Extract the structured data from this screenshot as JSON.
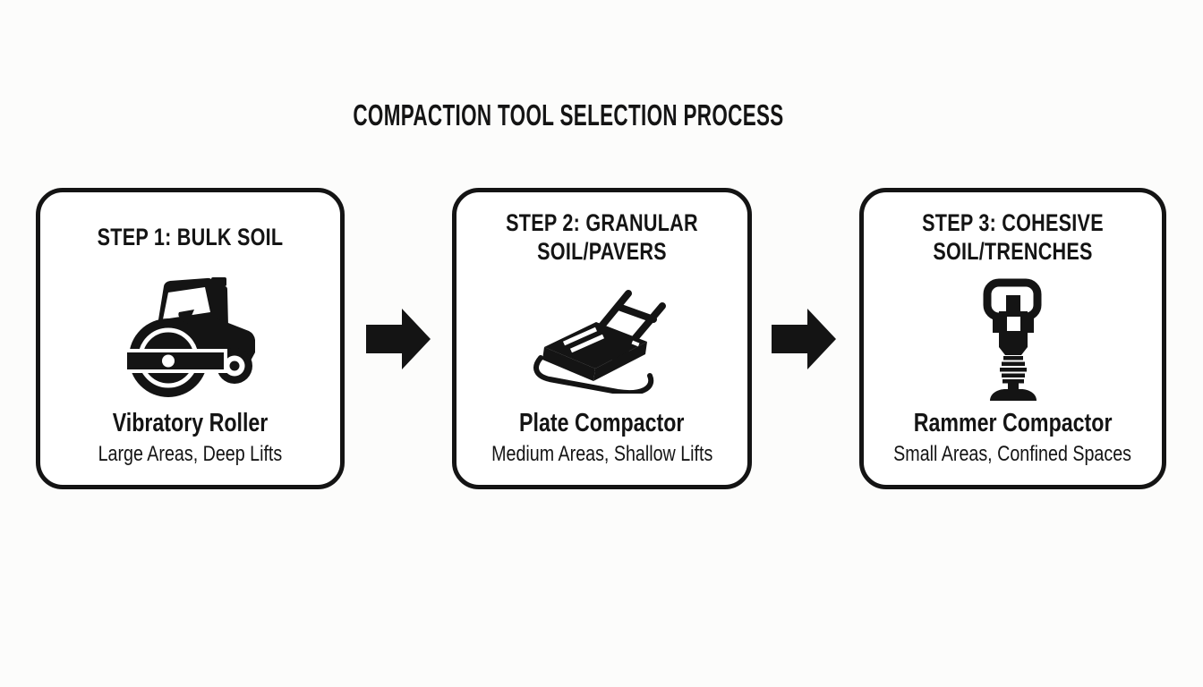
{
  "page": {
    "title": "COMPACTION TOOL SELECTION PROCESS",
    "background_color": "#fcfcfb",
    "ink_color": "#141414",
    "card_background": "#ffffff",
    "card_border_color": "#141414"
  },
  "steps": [
    {
      "heading": "STEP 1: BULK SOIL",
      "icon": "vibratory-roller-icon",
      "tool_name": "Vibratory Roller",
      "description": "Large Areas, Deep Lifts"
    },
    {
      "heading": "STEP 2: GRANULAR SOIL/PAVERS",
      "icon": "plate-compactor-icon",
      "tool_name": "Plate Compactor",
      "description": "Medium Areas, Shallow Lifts"
    },
    {
      "heading": "STEP 3: COHESIVE SOIL/TRENCHES",
      "icon": "rammer-compactor-icon",
      "tool_name": "Rammer Compactor",
      "description": "Small Areas, Confined Spaces"
    }
  ],
  "connectors": [
    {
      "icon": "arrow-right-icon"
    },
    {
      "icon": "arrow-right-icon"
    }
  ]
}
